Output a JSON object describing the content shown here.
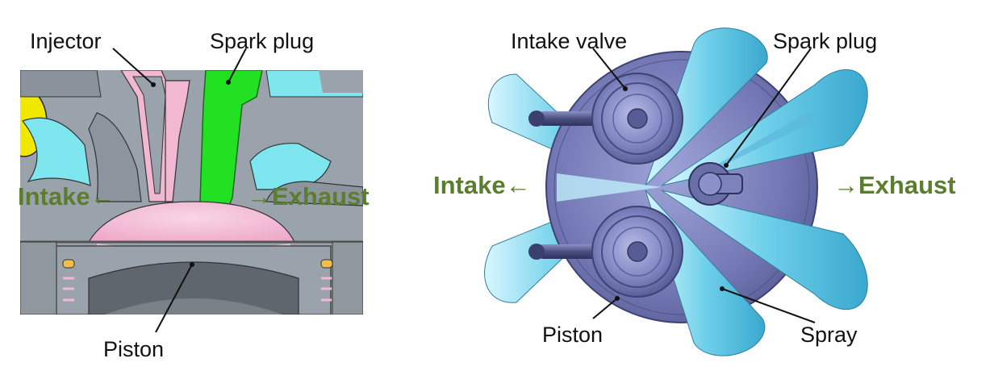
{
  "left_view": {
    "labels": {
      "injector": "Injector",
      "spark_plug": "Spark plug",
      "intake": "Intake←",
      "exhaust": "→Exhaust",
      "piston": "Piston"
    }
  },
  "right_view": {
    "labels": {
      "intake_valve": "Intake valve",
      "spark_plug": "Spark plug",
      "intake": "Intake←",
      "exhaust": "→Exhaust",
      "piston": "Piston",
      "spray": "Spray"
    }
  },
  "colors": {
    "direction_label": "#5a7d2e",
    "cylinder_grey": "#9aa3ab",
    "chamber_pink": "#f2b8d2",
    "plug_green": "#22e022",
    "cyan_cavity": "#7ee6ee",
    "yellow_part": "#f0e800",
    "spray_cyan": "#6fd0ea",
    "head_purple": "#6b6fa8",
    "valve_dark": "#4e5588"
  }
}
